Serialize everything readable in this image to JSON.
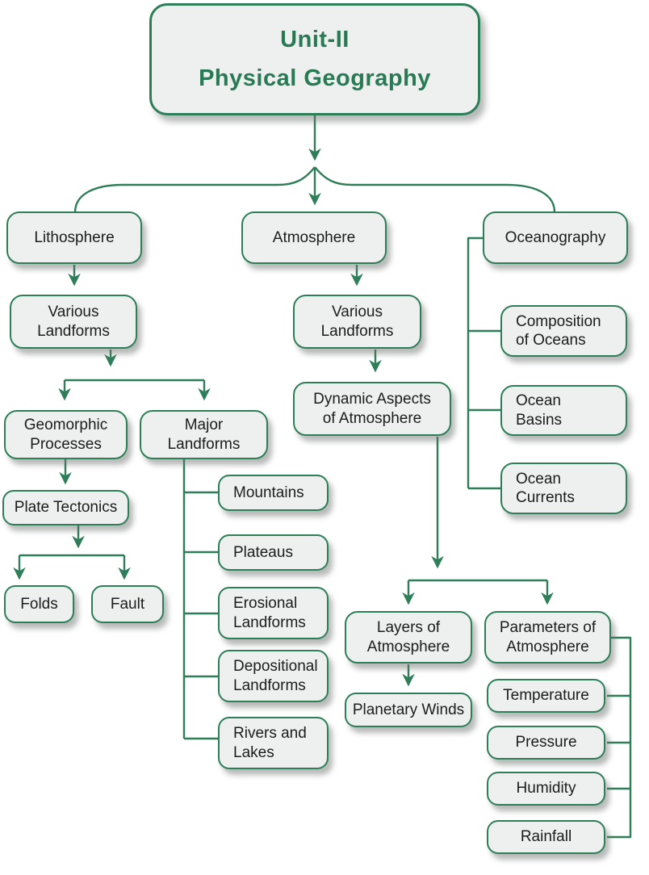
{
  "title": {
    "line1": "Unit-II",
    "line2": "Physical Geography"
  },
  "colors": {
    "line_green": "#2e7e59",
    "box_border": "#2e7e59",
    "box_fill": "#edf0ee",
    "title_text": "#287a55",
    "node_text": "#1c1c1c",
    "background": "#ffffff"
  },
  "nodes": {
    "lithosphere": {
      "label": "Lithosphere"
    },
    "atmosphere": {
      "label": "Atmosphere"
    },
    "oceanography": {
      "label": "Oceanography"
    },
    "various_landforms_litho": {
      "label": "Various\nLandforms"
    },
    "various_landforms_atmo": {
      "label": "Various\nLandforms"
    },
    "dynamic_aspects": {
      "label": "Dynamic Aspects\nof Atmosphere"
    },
    "composition_of_oceans": {
      "label": "Composition\nof Oceans"
    },
    "ocean_basins": {
      "label": "Ocean\nBasins"
    },
    "ocean_currents": {
      "label": "Ocean\nCurrents"
    },
    "geomorphic_processes": {
      "label": "Geomorphic\nProcesses"
    },
    "major_landforms": {
      "label": "Major\nLandforms"
    },
    "plate_tectonics": {
      "label": "Plate Tectonics"
    },
    "folds": {
      "label": "Folds"
    },
    "fault": {
      "label": "Fault"
    },
    "mountains": {
      "label": "Mountains"
    },
    "plateaus": {
      "label": "Plateaus"
    },
    "erosional_landforms": {
      "label": "Erosional\nLandforms"
    },
    "depositional_landforms": {
      "label": "Depositional\nLandforms"
    },
    "rivers_and_lakes": {
      "label": "Rivers and\nLakes"
    },
    "layers_of_atmosphere": {
      "label": "Layers of\nAtmosphere"
    },
    "planetary_winds": {
      "label": "Planetary Winds"
    },
    "parameters_of_atmosphere": {
      "label": "Parameters of\nAtmosphere"
    },
    "temperature": {
      "label": "Temperature"
    },
    "pressure": {
      "label": "Pressure"
    },
    "humidity": {
      "label": "Humidity"
    },
    "rainfall": {
      "label": "Rainfall"
    }
  }
}
